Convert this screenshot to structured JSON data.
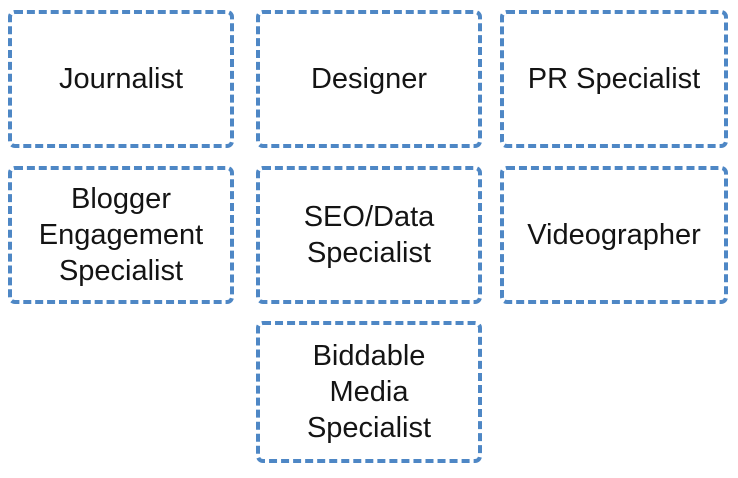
{
  "diagram": {
    "title": "",
    "style": {
      "box_border_color": "#4e87c5",
      "box_border_style": "dashed",
      "box_fill_color": "#ffffff",
      "text_color": "#141414"
    },
    "boxes": [
      {
        "label": "Journalist"
      },
      {
        "label": "Designer"
      },
      {
        "label": "PR Specialist"
      },
      {
        "label": "Blogger Engagement Specialist"
      },
      {
        "label": "SEO/Data Specialist"
      },
      {
        "label": "Videographer"
      },
      {
        "label": "Biddable Media Specialist"
      }
    ]
  }
}
